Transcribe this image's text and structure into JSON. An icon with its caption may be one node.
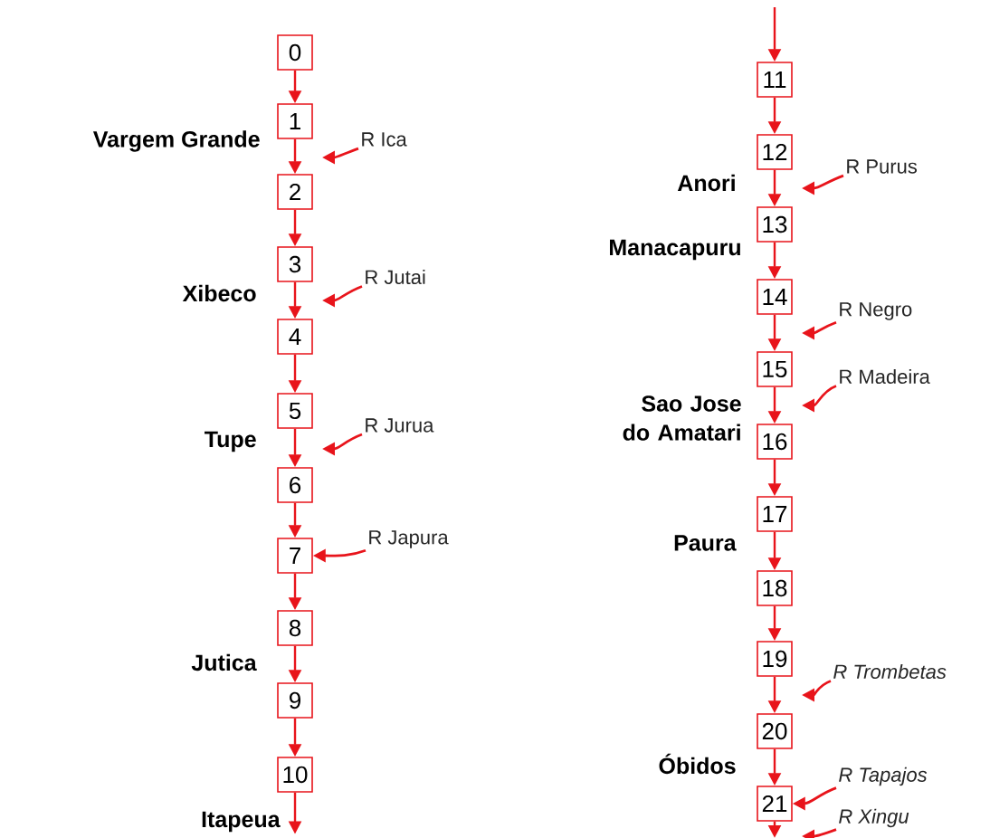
{
  "diagram": {
    "nodes": [
      {
        "text": [
          "0"
        ]
      },
      {
        "text": [
          "1"
        ]
      },
      {
        "text": [
          "2"
        ]
      },
      {
        "text": [
          "3"
        ]
      },
      {
        "text": [
          "4"
        ]
      },
      {
        "text": [
          "5"
        ]
      },
      {
        "text": [
          "6"
        ]
      },
      {
        "text": [
          "7"
        ]
      },
      {
        "text": [
          "8"
        ]
      },
      {
        "text": [
          "9"
        ]
      },
      {
        "text": [
          "10"
        ]
      },
      {
        "text": [
          "11"
        ]
      },
      {
        "text": [
          "12"
        ]
      },
      {
        "text": [
          "13"
        ]
      },
      {
        "text": [
          "14"
        ]
      },
      {
        "text": [
          "15"
        ]
      },
      {
        "text": [
          "16"
        ]
      },
      {
        "text": [
          "17"
        ]
      },
      {
        "text": [
          "18"
        ]
      },
      {
        "text": [
          "19"
        ]
      },
      {
        "text": [
          "20"
        ]
      },
      {
        "text": [
          "21"
        ]
      },
      {
        "text": [
          "R Ica"
        ]
      },
      {
        "text": [
          "R Jutai"
        ]
      },
      {
        "text": [
          "R Jurua"
        ]
      },
      {
        "text": [
          "R Japura"
        ]
      },
      {
        "text": [
          "R Purus"
        ]
      },
      {
        "text": [
          "R Negro"
        ]
      },
      {
        "text": [
          "R Madeira"
        ]
      },
      {
        "text": [
          "R Trombetas"
        ]
      },
      {
        "text": [
          "R Tapajos"
        ]
      },
      {
        "text": [
          "R Xingu"
        ]
      },
      {
        "text": [
          "Itapeua"
        ]
      }
    ],
    "edges": [
      {
        "from": 0,
        "to": 1,
        "arrow": "to"
      },
      {
        "from": 1,
        "to": 2,
        "arrow": "to"
      },
      {
        "from": 2,
        "to": 3,
        "arrow": "to"
      },
      {
        "from": 3,
        "to": 4,
        "arrow": "to"
      },
      {
        "from": 4,
        "to": 5,
        "arrow": "to"
      },
      {
        "from": 5,
        "to": 6,
        "arrow": "to"
      },
      {
        "from": 6,
        "to": 7,
        "arrow": "to"
      },
      {
        "from": 7,
        "to": 8,
        "arrow": "to"
      },
      {
        "from": 8,
        "to": 9,
        "arrow": "to"
      },
      {
        "from": 9,
        "to": 10,
        "arrow": "to"
      },
      {
        "from": 10,
        "to": 32,
        "arrow": "to"
      },
      {
        "from": null,
        "to": 11,
        "arrow": "to"
      },
      {
        "from": 11,
        "to": 12,
        "arrow": "to"
      },
      {
        "from": 12,
        "to": 13,
        "arrow": "to"
      },
      {
        "from": 13,
        "to": 14,
        "arrow": "to"
      },
      {
        "from": 14,
        "to": 15,
        "arrow": "to"
      },
      {
        "from": 15,
        "to": 16,
        "arrow": "to"
      },
      {
        "from": 16,
        "to": 17,
        "arrow": "to"
      },
      {
        "from": 17,
        "to": 18,
        "arrow": "to"
      },
      {
        "from": 18,
        "to": 19,
        "arrow": "to"
      },
      {
        "from": 19,
        "to": 20,
        "arrow": "to"
      },
      {
        "from": 20,
        "to": 21,
        "arrow": "to"
      },
      {
        "from": 21,
        "to": null,
        "arrow": "to"
      },
      {
        "from": 22,
        "to": null,
        "arrow": "to"
      },
      {
        "from": 23,
        "to": null,
        "arrow": "to"
      },
      {
        "from": 24,
        "to": null,
        "arrow": "to"
      },
      {
        "from": 25,
        "to": 7,
        "arrow": "to"
      },
      {
        "from": 26,
        "to": null,
        "arrow": "to"
      },
      {
        "from": 27,
        "to": null,
        "arrow": "to"
      },
      {
        "from": 28,
        "to": null,
        "arrow": "to"
      },
      {
        "from": 29,
        "to": null,
        "arrow": "to"
      },
      {
        "from": 30,
        "to": 21,
        "arrow": "to"
      },
      {
        "from": 31,
        "to": null,
        "arrow": "to"
      }
    ],
    "labels": [
      "Vargem Grande",
      "Xibeco",
      "Tupe",
      "Jutica",
      "Anori",
      "Manacapuru",
      "Sao Jose do Amatari",
      "Paura",
      "Óbidos"
    ]
  }
}
